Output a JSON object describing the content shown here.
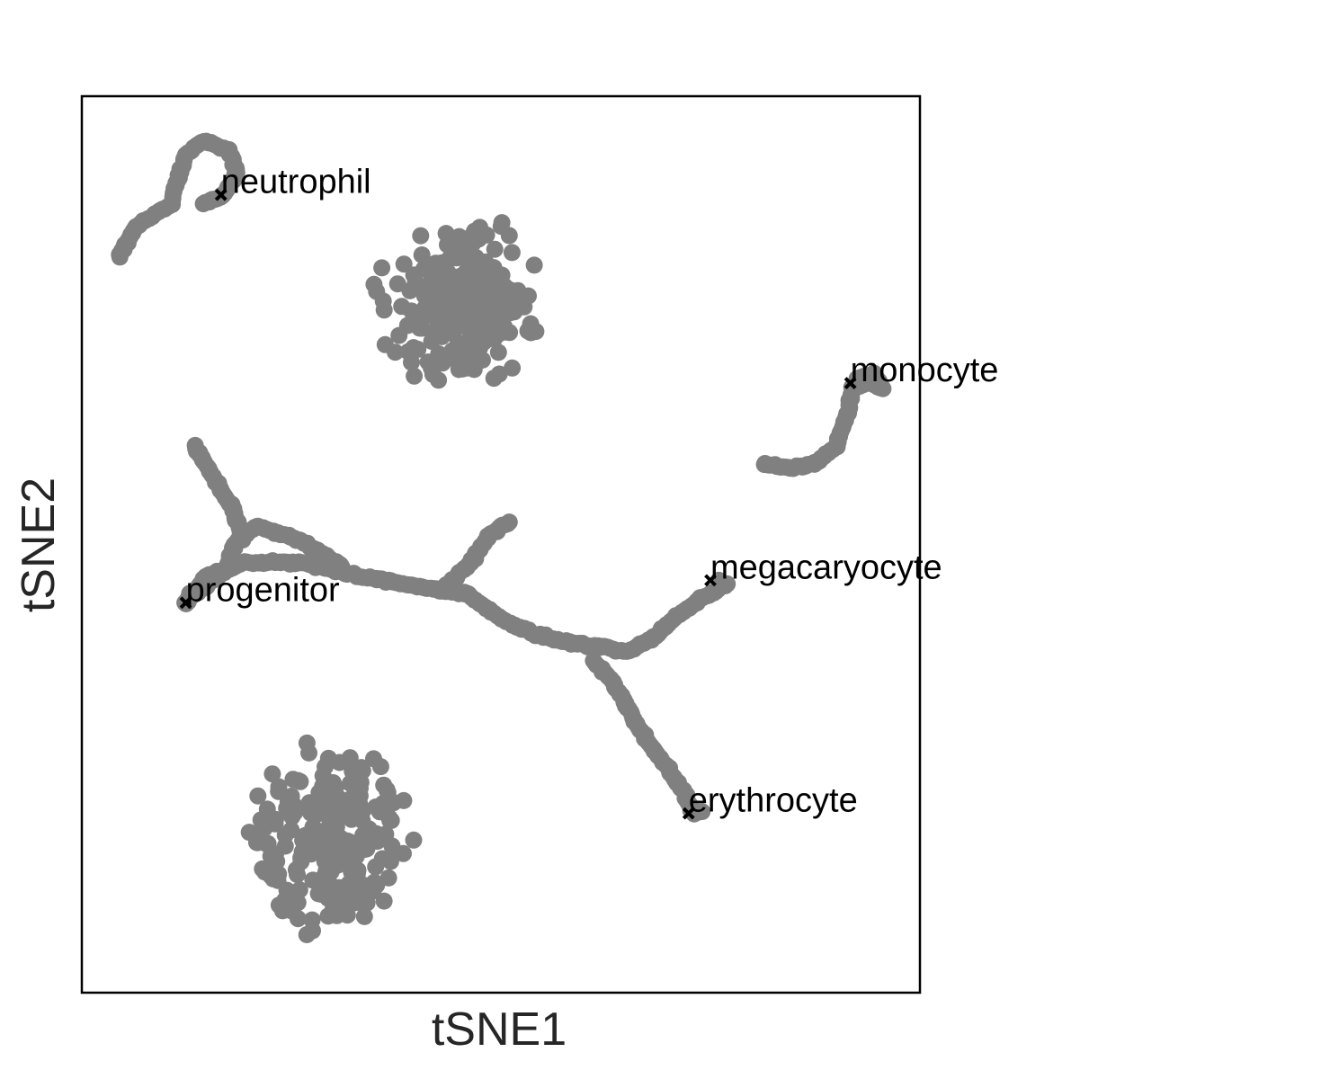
{
  "chart_data": {
    "type": "scatter",
    "title": "",
    "xlabel": "tSNE1",
    "ylabel": "tSNE2",
    "xlim": [
      0,
      100
    ],
    "ylim": [
      0,
      100
    ],
    "xticks": [],
    "yticks": [],
    "grid": false,
    "legend": "none",
    "point_color": "#808080",
    "marker_color": "#000000",
    "annotations": [
      {
        "label": "neutrophil",
        "x": 16.6,
        "y": 89.0
      },
      {
        "label": "monocyte",
        "x": 91.7,
        "y": 68.0
      },
      {
        "label": "progenitor",
        "x": 12.4,
        "y": 43.5
      },
      {
        "label": "megacaryocyte",
        "x": 75.0,
        "y": 46.0
      },
      {
        "label": "erythrocyte",
        "x": 72.4,
        "y": 20.0
      }
    ],
    "paths": [
      {
        "name": "neutrophil-arm",
        "points": [
          [
            4.3,
            82
          ],
          [
            6.5,
            85.5
          ],
          [
            10.7,
            88
          ],
          [
            11.5,
            91
          ],
          [
            12.5,
            93.5
          ],
          [
            14.5,
            95
          ],
          [
            17.5,
            94
          ],
          [
            18.5,
            91.5
          ],
          [
            17,
            89
          ],
          [
            14.5,
            88
          ]
        ]
      },
      {
        "name": "monocyte-arm",
        "points": [
          [
            81.5,
            59
          ],
          [
            84.5,
            58.5
          ],
          [
            87.5,
            59
          ],
          [
            90,
            61
          ],
          [
            91.5,
            65
          ],
          [
            92,
            67.5
          ],
          [
            94,
            68
          ],
          [
            95.5,
            67.5
          ],
          [
            94.5,
            69
          ],
          [
            92.5,
            68.5
          ]
        ]
      },
      {
        "name": "progenitor-loop-lower",
        "points": [
          [
            12.4,
            43.5
          ],
          [
            15,
            46.5
          ],
          [
            19.5,
            48
          ],
          [
            26,
            48
          ],
          [
            33,
            46.5
          ],
          [
            39,
            45.5
          ],
          [
            42,
            45
          ]
        ]
      },
      {
        "name": "progenitor-loop-upper",
        "points": [
          [
            12.4,
            43.5
          ],
          [
            17,
            47
          ],
          [
            18.5,
            50.5
          ],
          [
            21,
            52
          ],
          [
            26,
            50.5
          ],
          [
            31,
            47.5
          ]
        ]
      },
      {
        "name": "upper-left-arm",
        "points": [
          [
            13.5,
            61
          ],
          [
            16,
            57
          ],
          [
            18,
            54
          ],
          [
            19.2,
            50.5
          ]
        ]
      },
      {
        "name": "trunk",
        "points": [
          [
            42,
            45
          ],
          [
            46,
            44.5
          ],
          [
            48,
            43
          ],
          [
            50.5,
            41.5
          ],
          [
            54,
            40
          ],
          [
            58.5,
            39
          ],
          [
            62.5,
            38.5
          ],
          [
            65,
            38
          ],
          [
            68,
            39.5
          ],
          [
            71,
            42
          ],
          [
            74,
            44
          ],
          [
            77,
            45.5
          ],
          [
            76,
            46
          ]
        ]
      },
      {
        "name": "upper-branch",
        "points": [
          [
            43,
            45
          ],
          [
            46,
            47.5
          ],
          [
            48.5,
            51
          ],
          [
            51,
            52.5
          ]
        ]
      },
      {
        "name": "erythrocyte-branch",
        "points": [
          [
            61,
            37
          ],
          [
            63,
            35
          ],
          [
            64.5,
            33
          ],
          [
            65.5,
            31
          ],
          [
            67.5,
            28
          ],
          [
            70,
            25
          ],
          [
            72,
            22
          ],
          [
            73,
            20
          ],
          [
            74,
            20.2
          ]
        ]
      }
    ],
    "clusters": [
      {
        "name": "upper-cluster",
        "center": [
          45,
          77
        ],
        "radius": 10.5,
        "count": 230
      },
      {
        "name": "lower-cluster",
        "center": [
          30,
          17
        ],
        "radius": 11.5,
        "count": 230
      }
    ]
  }
}
